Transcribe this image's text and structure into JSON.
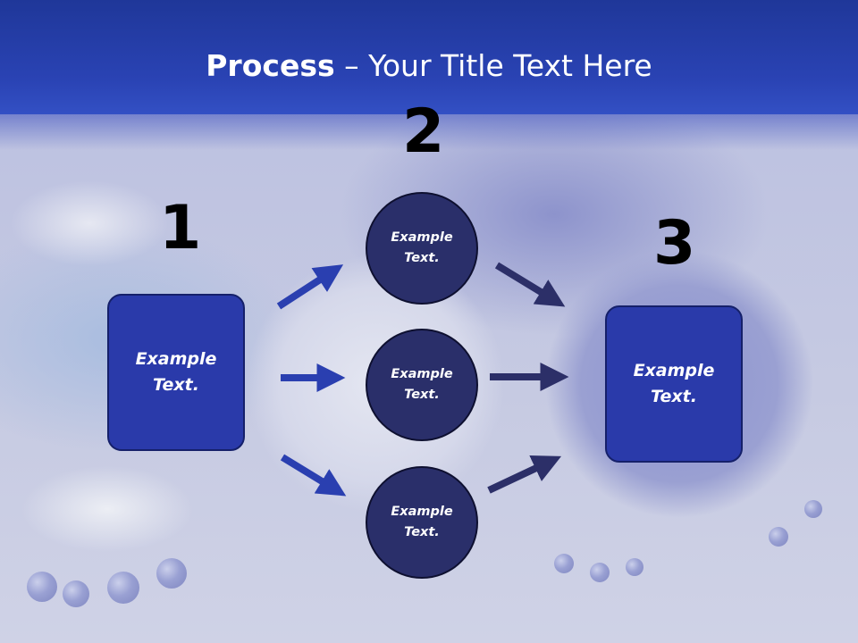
{
  "slide": {
    "title_bold": "Process",
    "title_rest": " – Your Title Text Here"
  },
  "steps": [
    {
      "number": "1",
      "label": "Example Text."
    },
    {
      "number": "2",
      "label": ""
    },
    {
      "number": "3",
      "label": "Example Text."
    }
  ],
  "circles": [
    {
      "label": "Example Text."
    },
    {
      "label": "Example Text."
    },
    {
      "label": "Example Text."
    }
  ],
  "colors": {
    "header": "#2a43b4",
    "box_fill": "#2a3aaa",
    "circle_fill": "#2a2f6a",
    "arrow_left": "#2a3fb0",
    "arrow_right": "#2c2f68"
  }
}
